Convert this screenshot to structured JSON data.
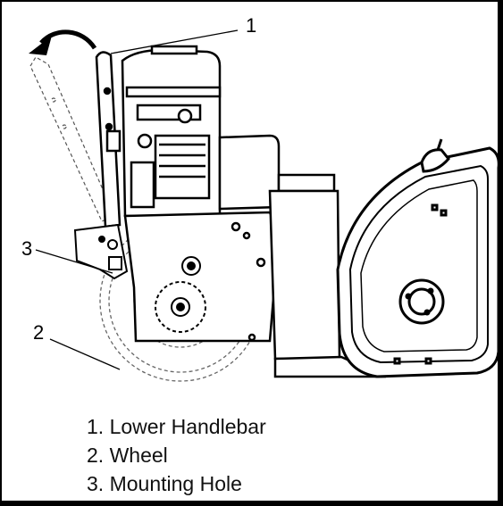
{
  "callouts": [
    "1",
    "2",
    "3"
  ],
  "legend": [
    {
      "num": "1.",
      "label": "Lower Handlebar"
    },
    {
      "num": "2.",
      "label": "Wheel"
    },
    {
      "num": "3.",
      "label": "Mounting Hole"
    }
  ],
  "icons": [
    "curved-arrow-icon"
  ]
}
